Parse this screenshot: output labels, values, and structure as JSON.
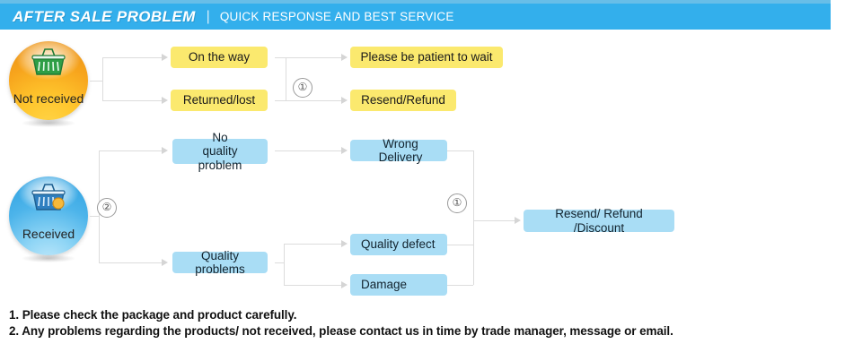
{
  "header": {
    "title": "AFTER SALE PROBLEM",
    "divider": "|",
    "subtitle": "QUICK RESPONSE AND BEST SERVICE",
    "bar_color": "#33afec"
  },
  "colors": {
    "yellow_node": "#fbe96e",
    "blue_node": "#a9ddf5",
    "connector": "#dcdcdc",
    "badge_orange": "#f7a51d",
    "badge_blue": "#4db4ea"
  },
  "flow": {
    "not_received": {
      "badge_label": "Not received",
      "badge_icon": "shopping-basket-icon",
      "causes": [
        {
          "label": "On the way"
        },
        {
          "label": "Returned/lost"
        }
      ],
      "marker": "①",
      "outcomes": [
        {
          "label": "Please be patient to wait"
        },
        {
          "label": "Resend/Refund"
        }
      ]
    },
    "received": {
      "badge_label": "Received",
      "badge_icon": "shopping-basket-icon",
      "marker": "②",
      "causes": [
        {
          "label_line1": "No",
          "label_line2": "quality problem"
        },
        {
          "label_line1": "Quality problems",
          "label_line2": ""
        }
      ],
      "issues": [
        {
          "label": "Wrong Delivery"
        },
        {
          "label": "Quality defect"
        },
        {
          "label": "Damage"
        }
      ],
      "merge_marker": "①",
      "outcome": {
        "label": "Resend/ Refund /Discount"
      }
    }
  },
  "footer": {
    "lines": [
      "1. Please check the package and product carefully.",
      "2. Any problems regarding the products/ not received, please contact us in time by trade manager, message or email."
    ]
  }
}
